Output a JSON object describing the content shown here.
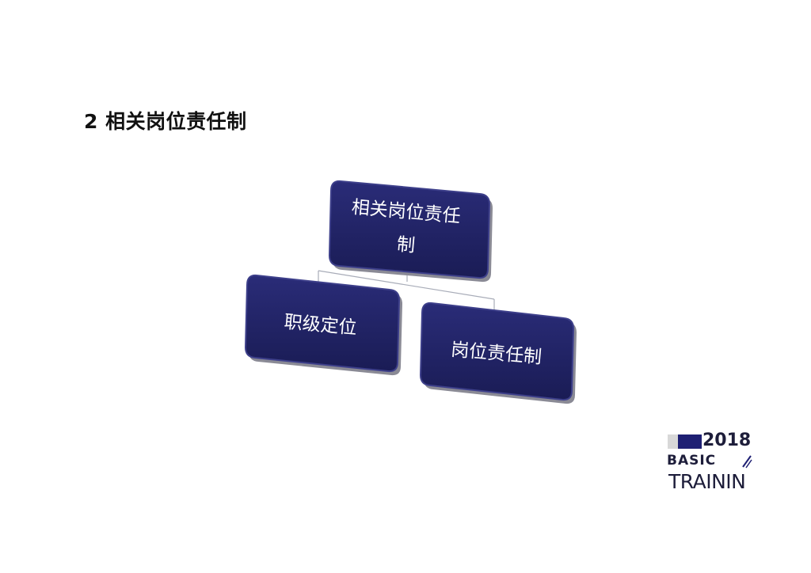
{
  "slide": {
    "title": "2 相关岗位责任制"
  },
  "diagram": {
    "root": {
      "line1": "相关岗位责任",
      "line2": "制"
    },
    "children": [
      {
        "label": "职级定位"
      },
      {
        "label": "岗位责任制"
      }
    ]
  },
  "logo": {
    "year": "2018",
    "word1": "BASIC",
    "word2": "TRAININ"
  },
  "colors": {
    "node_fill": "#1e2063",
    "node_highlight": "#3d3f8a",
    "node_shadow": "#8a8a95",
    "connector": "#a8acb8",
    "logo_dark": "#1e1f73"
  }
}
